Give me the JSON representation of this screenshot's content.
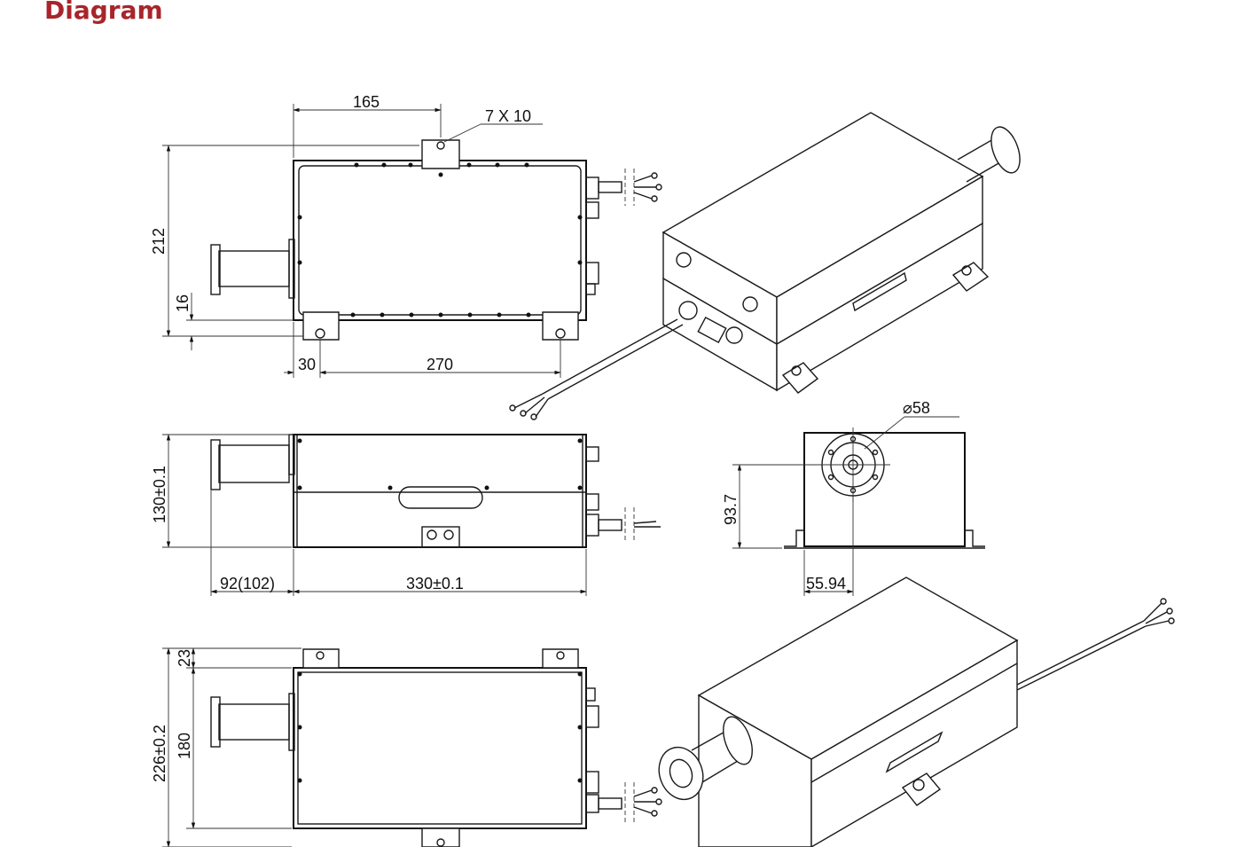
{
  "page": {
    "heading": "Diagram",
    "heading_color": "#a8252b"
  },
  "top_view": {
    "dim_width": "165",
    "hole_callout": "7 X 10",
    "dim_height": "212",
    "dim_foot": "16",
    "dim_left": "30",
    "dim_span": "270"
  },
  "side_view": {
    "dim_height": "130±0.1",
    "dim_nozzle": "92(102)",
    "dim_length": "330±0.1"
  },
  "end_view": {
    "dim_diameter": "⌀58",
    "dim_center_height": "93.7",
    "dim_center_offset": "55.94"
  },
  "bottom_view": {
    "dim_foot": "23",
    "dim_body": "180",
    "dim_total": "226±0.2"
  }
}
